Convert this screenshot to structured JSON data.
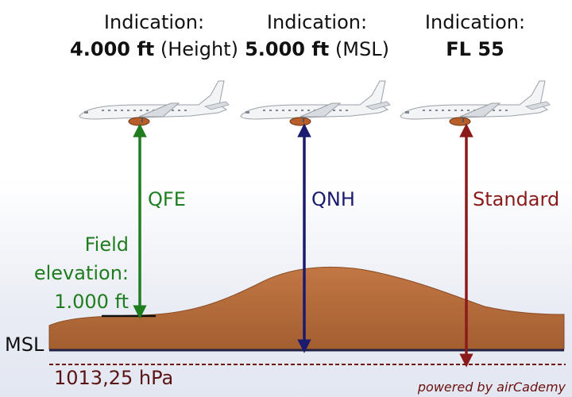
{
  "columns": [
    {
      "heading": "Indication:",
      "value_bold": "4.000 ft",
      "value_suffix": " (Height)",
      "arrow_label": "QFE",
      "color": "#1f7d1f"
    },
    {
      "heading": "Indication:",
      "value_bold": "5.000 ft",
      "value_suffix": " (MSL)",
      "arrow_label": "QNH",
      "color": "#1a1a6e"
    },
    {
      "heading": "Indication:",
      "value_bold": "FL 55",
      "value_suffix": "",
      "arrow_label": "Standard",
      "color": "#8b1a1a"
    }
  ],
  "field_elevation": {
    "line1": "Field",
    "line2": "elevation:",
    "line3": "1.000 ft"
  },
  "msl_label": "MSL",
  "pressure_label": "1013,25 hPa",
  "credit": "powered by airCademy",
  "colors": {
    "terrain": "#b36a3a",
    "terrain_dark": "#8a4a24",
    "msl_line": "#222244",
    "dashed_line": "#6b1010"
  }
}
